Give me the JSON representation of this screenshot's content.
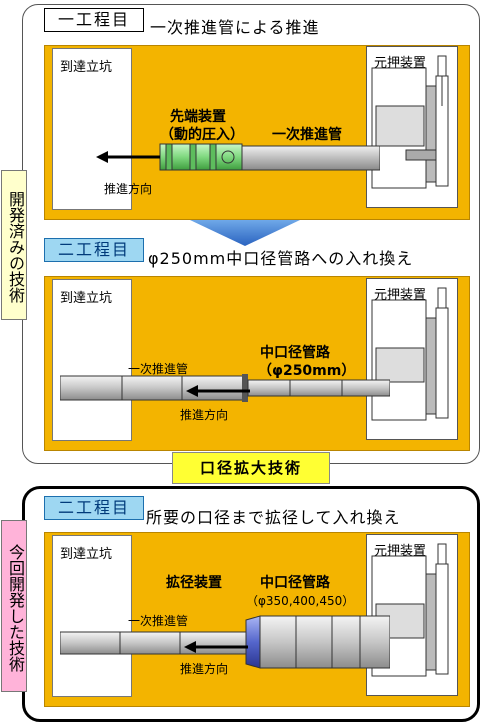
{
  "stages": [
    {
      "tag": "一工程目",
      "title": "一次推進管による推進",
      "left_pit": "到達立坑",
      "right_equipment": "元押装置",
      "label_tip": "先端装置",
      "label_tip_sub": "（動的圧入）",
      "label_pipe": "一次推進管",
      "label_dir": "推進方向"
    },
    {
      "tag": "二工程目",
      "title": "φ250mm中口径管路への入れ換え",
      "left_pit": "到達立坑",
      "right_equipment": "元押装置",
      "label_primary": "一次推進管",
      "label_mid": "中口径管路",
      "label_mid_sub": "（φ250mm）",
      "label_dir": "推進方向"
    },
    {
      "tag": "二工程目",
      "title": "所要の口径まで拡径して入れ換え",
      "left_pit": "到達立坑",
      "right_equipment": "元押装置",
      "label_primary": "一次推進管",
      "label_expander": "拡径装置",
      "label_mid": "中口径管路",
      "label_mid_sub": "（φ350,400,450）",
      "label_dir": "推進方向"
    }
  ],
  "side_labels": {
    "developed": "開発済みの技術",
    "current": "今回開発した技術"
  },
  "band_label": "口径拡大技術",
  "colors": {
    "panel": "#f3b400",
    "tag_blue": "#9ed7f2",
    "side_developed": "#ffffcc",
    "side_current": "#ffb3d9",
    "band": "#ffff33",
    "tip_green": "#8fe28f",
    "expander_blue": "#5566cc",
    "pipe_grey": "#c8c8c8"
  },
  "icons": [
    "arrow-left-icon",
    "down-arrow-icon"
  ]
}
